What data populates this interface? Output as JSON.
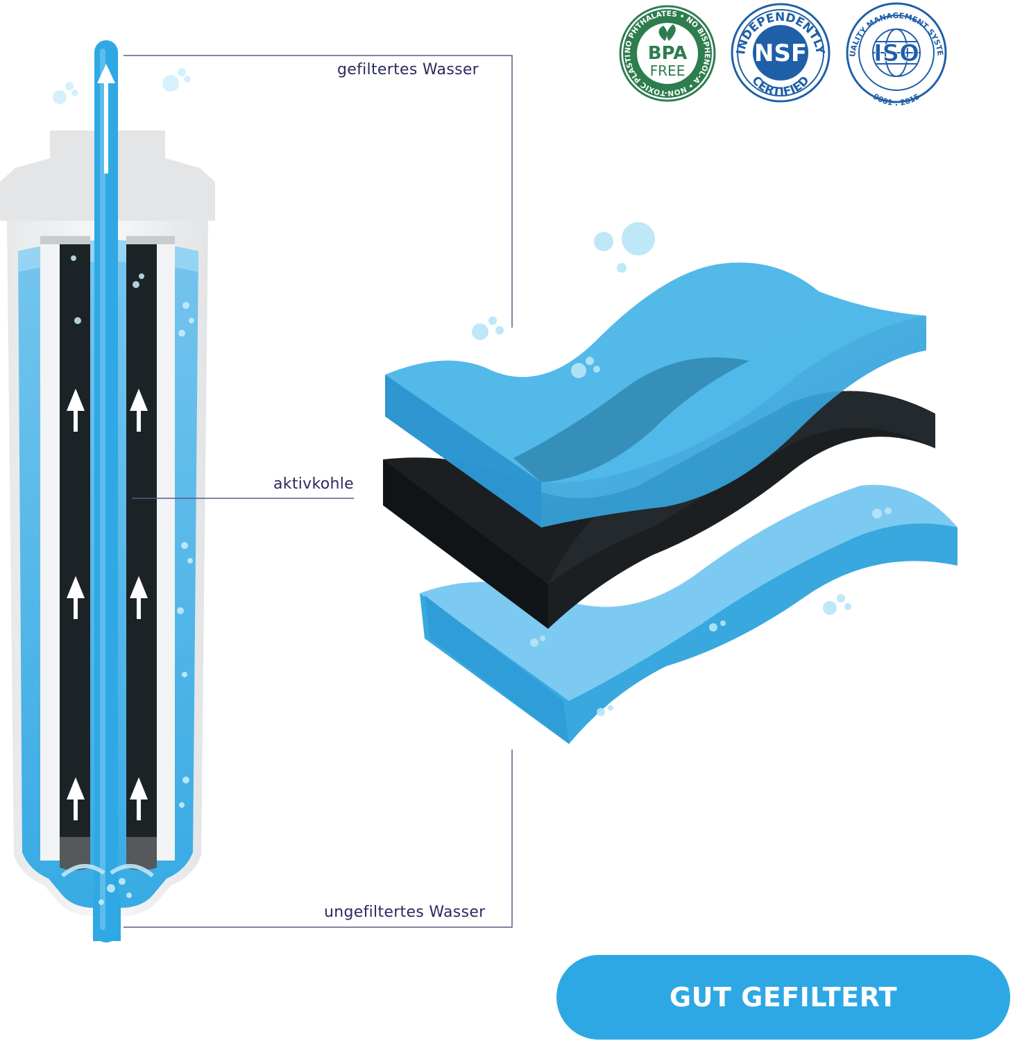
{
  "labels": {
    "top": "gefiltertes Wasser",
    "middle": "aktivkohle",
    "bottom": "ungefiltertes Wasser"
  },
  "button": {
    "label": "GUT GEFILTERT"
  },
  "badges": {
    "bpa": {
      "ring_text": "NO PHTHALATES • NO BISPHENOL-A • NON-TOXIC PLASTIC •",
      "line1": "BPA",
      "line2": "FREE",
      "color": "#2e7d4f"
    },
    "nsf": {
      "top_text": "INDEPENDENTLY",
      "bottom_text": "CERTIFIED",
      "center": "NSF",
      "color": "#1f5fa8"
    },
    "iso": {
      "top_text": "QUALITY MANAGEMENT SYSTEM",
      "bottom_text": "9001 : 2015",
      "center": "ISO",
      "color": "#1f5fa8"
    }
  },
  "colors": {
    "water": "#39a9e0",
    "water_light": "#7fcaf0",
    "carbon": "#1b1f22",
    "label_text": "#2b2a5e",
    "button": "#2ea8e4"
  },
  "icons": [
    "upward-flow-arrow-icon",
    "bubbles-icon",
    "leaf-icon",
    "globe-icon"
  ]
}
